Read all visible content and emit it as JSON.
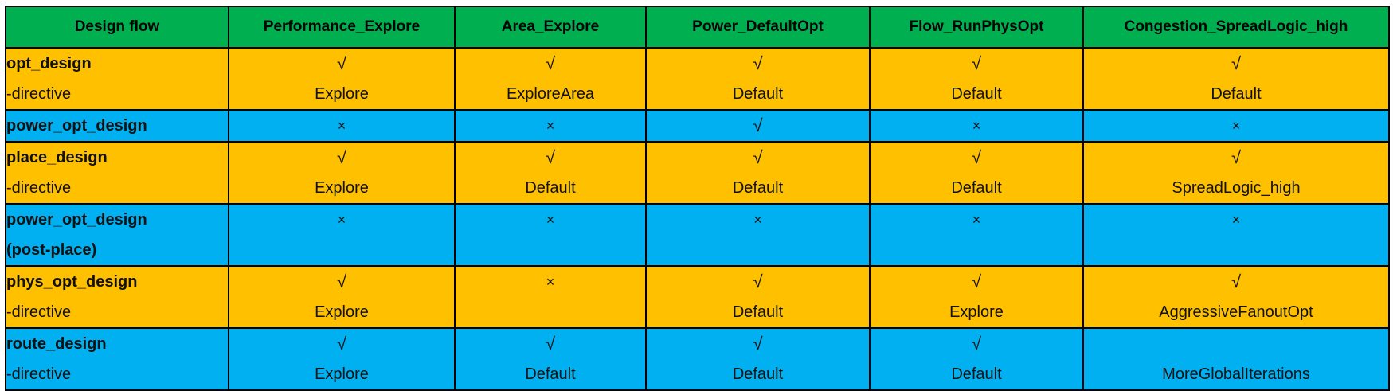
{
  "colors": {
    "header": "#00b050",
    "orange": "#ffc000",
    "blue": "#00b0f0",
    "border": "#000000"
  },
  "table": {
    "headers": [
      "Design flow",
      "Performance_Explore",
      "Area_Explore",
      "Power_DefaultOpt",
      "Flow_RunPhysOpt",
      "Congestion_SpreadLogic_high"
    ],
    "rows": [
      {
        "color": "orange",
        "label": [
          "opt_design",
          "-directive"
        ],
        "cells": [
          [
            "√",
            "Explore"
          ],
          [
            "√",
            "ExploreArea"
          ],
          [
            "√",
            "Default"
          ],
          [
            "√",
            "Default"
          ],
          [
            "√",
            "Default"
          ]
        ]
      },
      {
        "color": "blue",
        "label": [
          "power_opt_design"
        ],
        "cells": [
          [
            "×"
          ],
          [
            "×"
          ],
          [
            "√"
          ],
          [
            "×"
          ],
          [
            "×"
          ]
        ]
      },
      {
        "color": "orange",
        "label": [
          "place_design",
          "-directive"
        ],
        "cells": [
          [
            "√",
            "Explore"
          ],
          [
            "√",
            "Default"
          ],
          [
            "√",
            "Default"
          ],
          [
            "√",
            "Default"
          ],
          [
            "√",
            "SpreadLogic_high"
          ]
        ]
      },
      {
        "color": "blue",
        "label": [
          "power_opt_design",
          "(post-place)"
        ],
        "cells": [
          [
            "×"
          ],
          [
            "×"
          ],
          [
            "×"
          ],
          [
            "×"
          ],
          [
            "×"
          ]
        ]
      },
      {
        "color": "orange",
        "label": [
          "phys_opt_design",
          "-directive"
        ],
        "cells": [
          [
            "√",
            "Explore"
          ],
          [
            "×",
            ""
          ],
          [
            "√",
            "Default"
          ],
          [
            "√",
            "Explore"
          ],
          [
            "√",
            "AggressiveFanoutOpt"
          ]
        ]
      },
      {
        "color": "blue",
        "label": [
          "route_design",
          "-directive"
        ],
        "cells": [
          [
            "√",
            "Explore"
          ],
          [
            "√",
            "Default"
          ],
          [
            "√",
            "Default"
          ],
          [
            "√",
            "Default"
          ],
          [
            "",
            "MoreGlobalIterations"
          ]
        ]
      }
    ]
  }
}
